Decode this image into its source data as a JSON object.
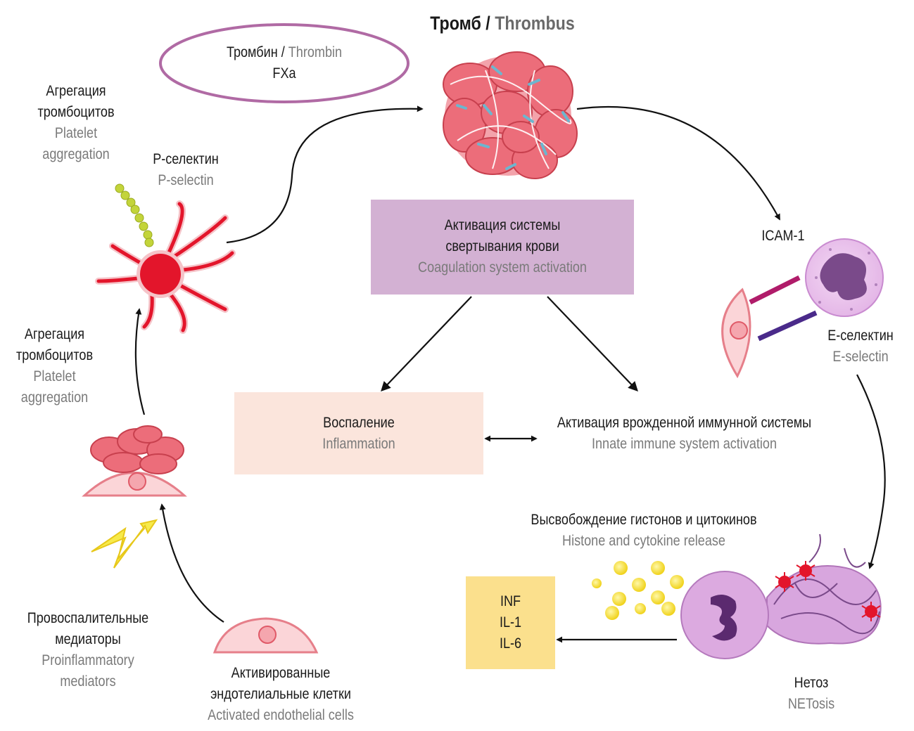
{
  "title": {
    "ru": "Тромб",
    "separator": "/",
    "en": "Thrombus"
  },
  "thrombin_oval": {
    "ru": "Тромбин",
    "separator": "/",
    "en": "Thrombin",
    "line2": "FXa"
  },
  "platelet_aggregation_top": {
    "ru": [
      "Агрегация",
      "тромбоцитов"
    ],
    "en": [
      "Platelet",
      "aggregation"
    ]
  },
  "p_selectin": {
    "ru": "P-селектин",
    "en": "P-selectin"
  },
  "coagulation_box": {
    "ru": [
      "Активация системы",
      "свертывания крови"
    ],
    "en": "Coagulation system activation"
  },
  "icam": {
    "label": "ICAM-1"
  },
  "e_selectin": {
    "ru": "E-селектин",
    "en": "E-selectin"
  },
  "platelet_aggregation_left": {
    "ru": [
      "Агрегация",
      "тромбоцитов"
    ],
    "en": [
      "Platelet",
      "aggregation"
    ]
  },
  "inflammation_box": {
    "ru": "Воспаление",
    "en": "Inflammation"
  },
  "innate_immune": {
    "ru": "Активация врожденной иммунной системы",
    "en": "Innate immune system activation"
  },
  "histone_release": {
    "ru": "Высвобождение гистонов и цитокинов",
    "en": "Histone and cytokine release"
  },
  "cytokine_box": {
    "lines": [
      "INF",
      "IL-1",
      "IL-6"
    ]
  },
  "proinflammatory": {
    "ru": [
      "Провоспалительные",
      "медиаторы"
    ],
    "en": [
      "Proinflammatory",
      "mediators"
    ]
  },
  "endothelial": {
    "ru": [
      "Активированные",
      "эндотелиальные клетки"
    ],
    "en": "Activated endothelial cells"
  },
  "netosis": {
    "ru": "Нетоз",
    "en": "NETosis"
  },
  "colors": {
    "oval_border": "#b06aa4",
    "coagulation_fill": "#d3b1d3",
    "inflammation_fill": "#fbe5dc",
    "cytokine_fill": "#fbe08d",
    "thrombus_red": "#e85c6a",
    "platelet_red": "#e3152b",
    "neutrophil_purple": "#d49ad8",
    "nucleus_dark": "#5b2a6f",
    "icam_bar": "#b01c6a",
    "e_selectin_bar": "#4a2a8a",
    "granule_yellow": "#f5e84a"
  }
}
